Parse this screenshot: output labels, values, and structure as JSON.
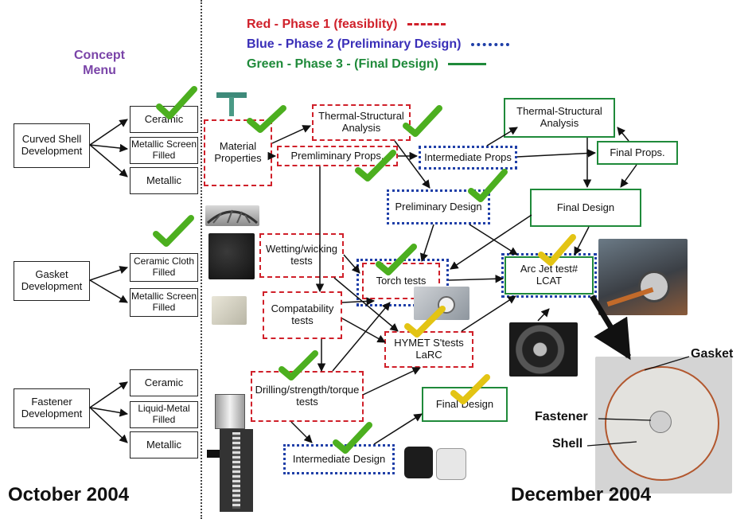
{
  "legend": {
    "red": "Red - Phase 1 (feasiblity)",
    "blue": "Blue - Phase 2 (Preliminary Design)",
    "green": "Green - Phase 3 - (Final Design)"
  },
  "concept_menu": "Concept Menu",
  "dev_groups": {
    "curved_shell": {
      "title": "Curved Shell Development",
      "options": [
        "Ceramic",
        "Metallic Screen Filled",
        "Metallic"
      ]
    },
    "gasket": {
      "title": "Gasket Development",
      "options": [
        "Ceramic Cloth Filled",
        "Metallic Screen Filled"
      ]
    },
    "fastener": {
      "title": "Fastener Development",
      "options": [
        "Ceramic",
        "Liquid-Metal Filled",
        "Metallic"
      ]
    }
  },
  "flow": {
    "material_properties": "Material Properties",
    "thermal_structural_red": "Thermal-Structural Analysis",
    "premliminary_props": "Premliminary Props.",
    "wetting_wicking": "Wetting/wicking tests",
    "compatability": "Compatability tests",
    "drilling": "Drilling/strength/torque tests",
    "torch_tests": "Torch tests",
    "intermediate_props": "Intermediate Props",
    "preliminary_design": "Preliminary Design",
    "intermediate_design": "Intermediate Design",
    "hymet": "HYMET S'tests LaRC",
    "thermal_structural_green": "Thermal-Structural Analysis",
    "final_props": "Final Props.",
    "final_design_top": "Final Design",
    "arc_jet": "Arc Jet test# LCAT",
    "final_design_bottom": "Final Design"
  },
  "part_labels": {
    "gasket": "Gasket",
    "fastener": "Fastener",
    "shell": "Shell"
  },
  "dates": {
    "start": "October 2004",
    "end": "December 2004"
  },
  "colors": {
    "phase1": "#d0202a",
    "phase2": "#1f3fa8",
    "phase3": "#1f8a3a",
    "check_green": "#4caf1f",
    "check_yellow": "#e3c414",
    "concept_menu": "#7a44a8"
  }
}
